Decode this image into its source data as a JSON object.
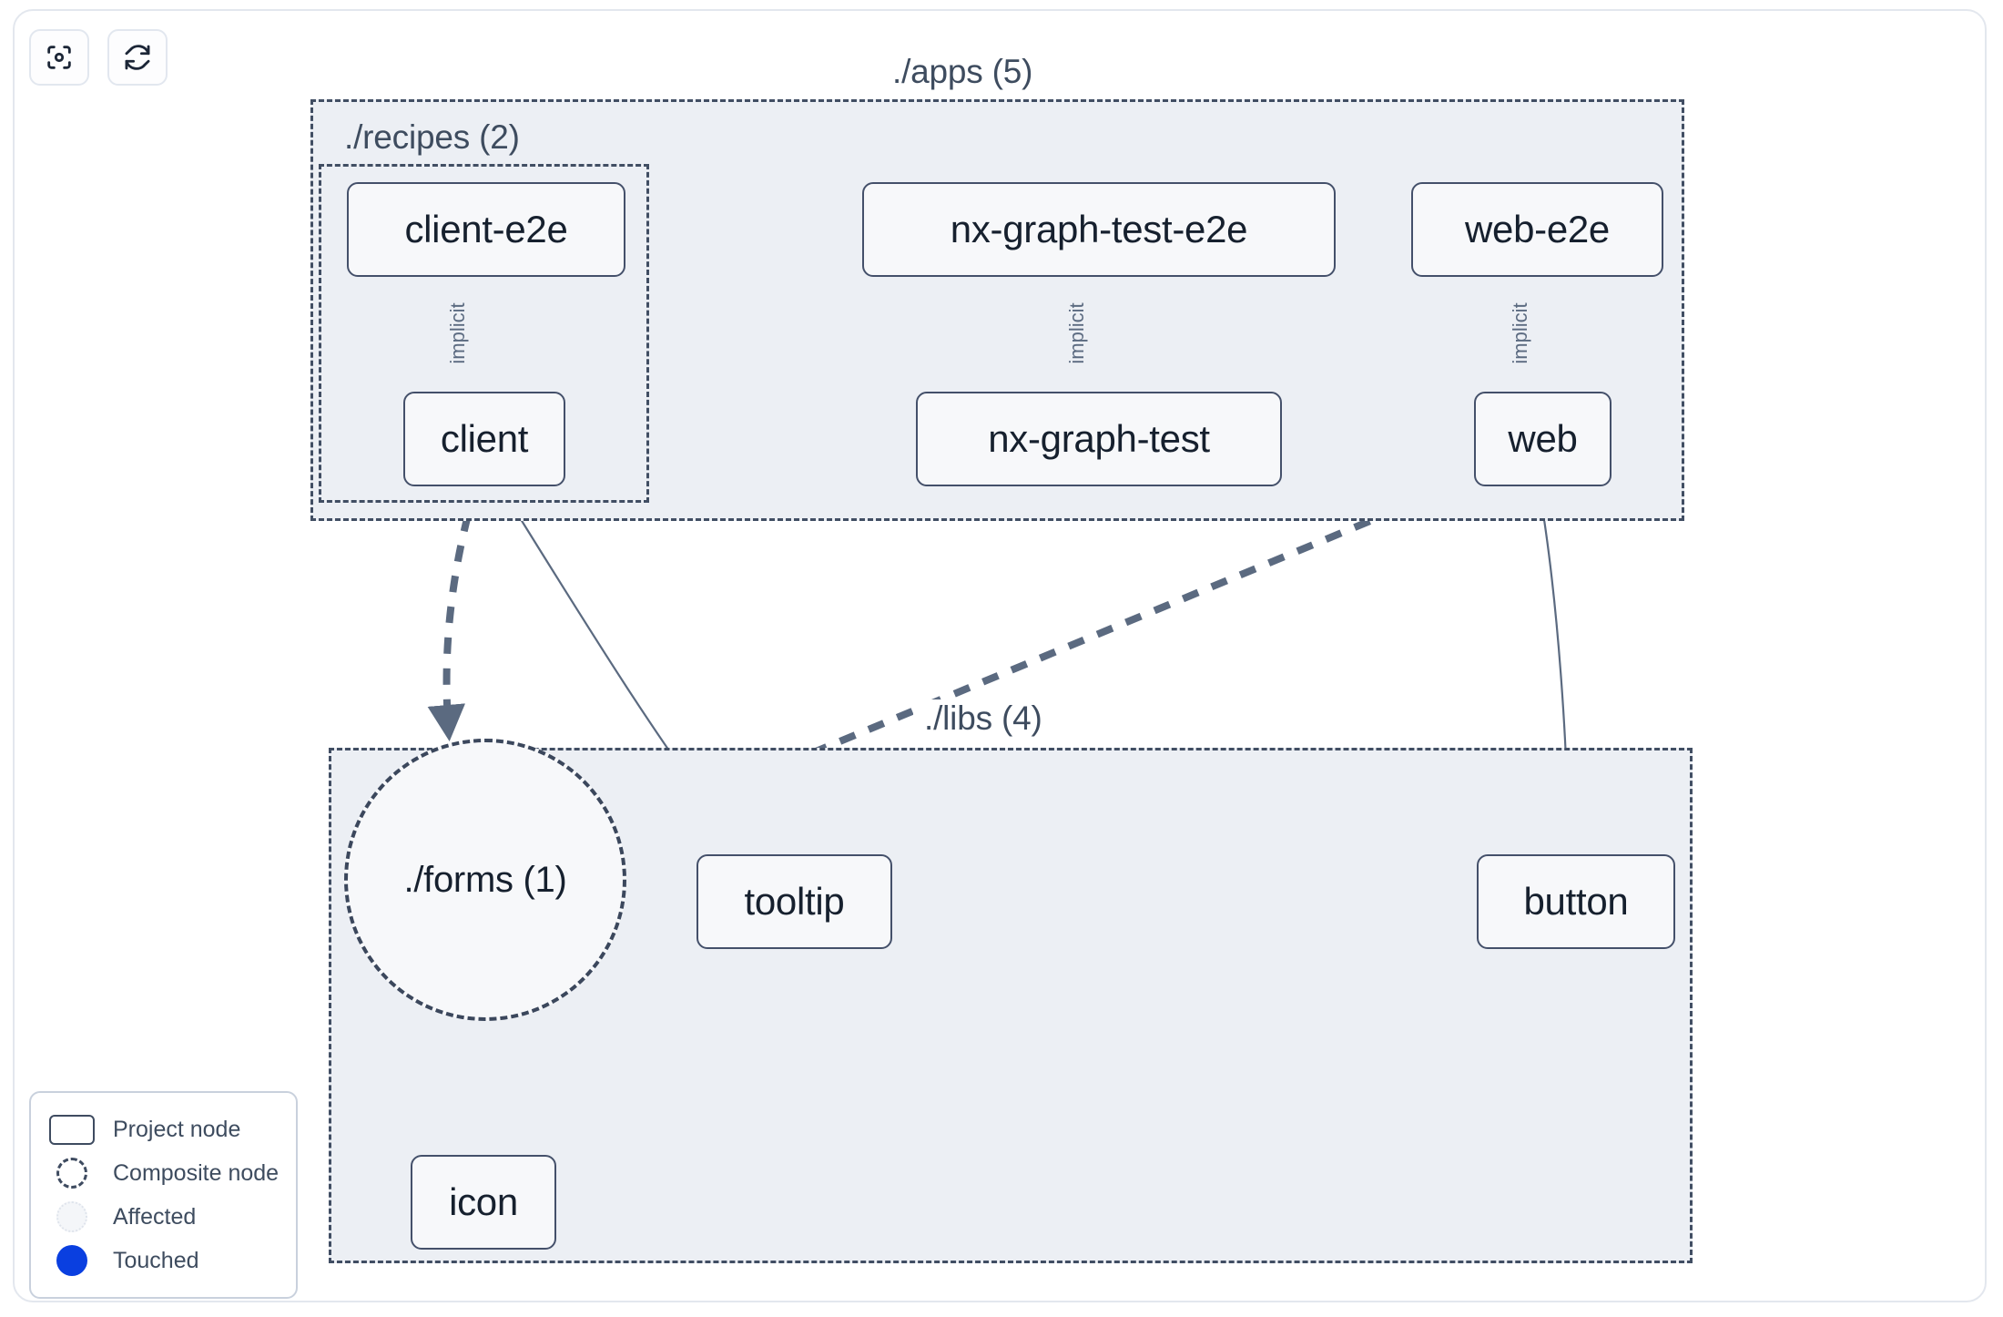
{
  "toolbar": {
    "buttons": [
      {
        "name": "focus-graph-button",
        "icon": "focus-target-icon",
        "title": "Focus graph"
      },
      {
        "name": "refresh-graph-button",
        "icon": "refresh-icon",
        "title": "Refresh graph"
      }
    ]
  },
  "groups": {
    "apps": {
      "label": "./apps (5)",
      "count": 5
    },
    "recipes": {
      "label": "./recipes (2)",
      "count": 2
    },
    "libs": {
      "label": "./libs (4)",
      "count": 4
    }
  },
  "nodes": {
    "client_e2e": {
      "label": "client-e2e",
      "type": "project"
    },
    "nx_graph_test_e2e": {
      "label": "nx-graph-test-e2e",
      "type": "project"
    },
    "web_e2e": {
      "label": "web-e2e",
      "type": "project"
    },
    "client": {
      "label": "client",
      "type": "project"
    },
    "nx_graph_test": {
      "label": "nx-graph-test",
      "type": "project"
    },
    "web": {
      "label": "web",
      "type": "project"
    },
    "forms": {
      "label": "./forms (1)",
      "type": "composite",
      "count": 1
    },
    "tooltip": {
      "label": "tooltip",
      "type": "project"
    },
    "button": {
      "label": "button",
      "type": "project"
    },
    "icon": {
      "label": "icon",
      "type": "project"
    }
  },
  "edge_labels": {
    "client_e2e_to_client": "implicit",
    "nx_graph_test_e2e_to_nx_graph_test": "implicit",
    "web_e2e_to_web": "implicit"
  },
  "legend": {
    "items": [
      {
        "label": "Project node",
        "swatch": "project-node-swatch"
      },
      {
        "label": "Composite node",
        "swatch": "composite-node-swatch"
      },
      {
        "label": "Affected",
        "swatch": "affected-swatch"
      },
      {
        "label": "Touched",
        "swatch": "touched-swatch"
      }
    ]
  },
  "colors": {
    "node_border": "#44506a",
    "node_fill": "#f7f8fa",
    "group_fill": "#eceff4",
    "group_border": "#414e63",
    "edge": "#5b6a80",
    "touched": "#0a3fe0",
    "text": "#16202e",
    "label_text": "#3e4c5f"
  }
}
